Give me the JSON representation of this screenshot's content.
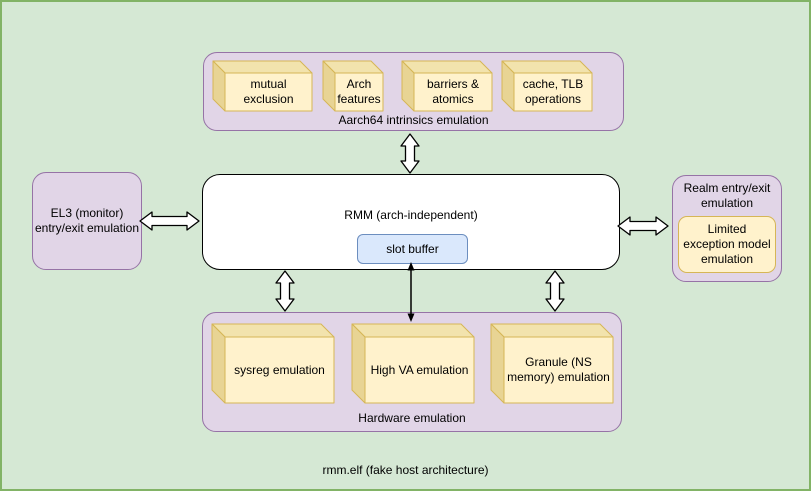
{
  "page": {
    "caption": "rmm.elf (fake host architecture)"
  },
  "colors": {
    "background": "#d5e8d4",
    "page_border": "#82b366",
    "container_fill": "#e1d5e7",
    "container_stroke": "#9673a6",
    "cube_fill": "#fff2cc",
    "cube_stroke": "#d6b656",
    "slot_buffer_fill": "#dae8fc",
    "slot_buffer_stroke": "#6c8ebf",
    "center_fill": "#ffffff"
  },
  "top_group": {
    "label": "Aarch64 intrinsics emulation",
    "cubes": [
      {
        "label": "mutual\nexclusion"
      },
      {
        "label": "Arch\nfeatures"
      },
      {
        "label": "barriers &\natomics"
      },
      {
        "label": "cache, TLB\noperations"
      }
    ]
  },
  "center_box": {
    "label": "RMM (arch-independent)",
    "slot_buffer_label": "slot buffer"
  },
  "left_box": {
    "label": "EL3 (monitor)\nentry/exit emulation"
  },
  "right_box": {
    "title": "Realm entry/exit\nemulation",
    "inner_label": "Limited\nexception model\nemulation"
  },
  "bottom_group": {
    "label": "Hardware emulation",
    "cubes": [
      {
        "label": "sysreg emulation"
      },
      {
        "label": "High VA emulation"
      },
      {
        "label": "Granule (NS\nmemory) emulation"
      }
    ]
  }
}
